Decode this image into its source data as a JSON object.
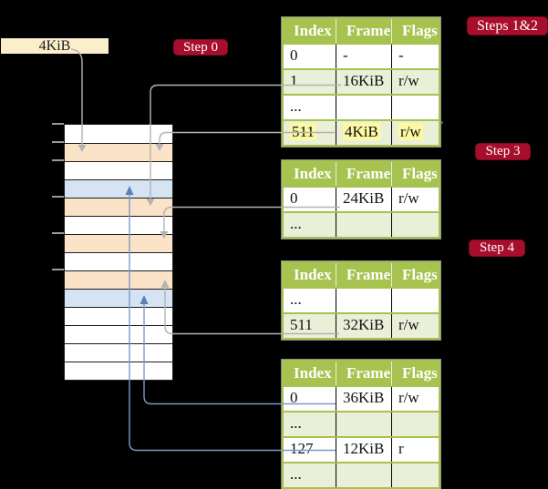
{
  "colors": {
    "background": "#000000",
    "badge_red": "#a60e2c",
    "table_green": "#a5c34e",
    "row_light_green": "#eaefd8",
    "memory_frame_peach": "#fbe3c8",
    "memory_target_blue": "#d5e3f3",
    "label_cream": "#faeecb",
    "highlight_yellow": "#fdf8a2",
    "arrow_gray": "#b3b3b3",
    "arrow_blue": "#7e99c6",
    "arrow_blue_head": "#5c80b4"
  },
  "frame_label": {
    "text": "4KiB"
  },
  "badges": {
    "step0": "Step 0",
    "steps12": "Steps 1&2",
    "step3": "Step 3",
    "step4": "Step 4"
  },
  "memory": {
    "rows": [
      "free",
      "frame",
      "free",
      "target",
      "frame",
      "free",
      "frame",
      "free",
      "frame",
      "target",
      "free",
      "free",
      "free",
      "free"
    ]
  },
  "tables": {
    "headers": [
      "Index",
      "Frame",
      "Flags"
    ],
    "t1": {
      "rows": [
        [
          "0",
          "-",
          "-"
        ],
        [
          "1",
          "16KiB",
          "r/w"
        ],
        [
          "...",
          "",
          ""
        ],
        [
          "511",
          "4KiB",
          "r/w"
        ]
      ]
    },
    "t2": {
      "rows": [
        [
          "0",
          "24KiB",
          "r/w"
        ],
        [
          "...",
          "",
          ""
        ]
      ]
    },
    "t3": {
      "rows": [
        [
          "...",
          "",
          ""
        ],
        [
          "511",
          "32KiB",
          "r/w"
        ]
      ]
    },
    "t4": {
      "rows": [
        [
          "0",
          "36KiB",
          "r/w"
        ],
        [
          "...",
          "",
          ""
        ],
        [
          "127",
          "12KiB",
          "r"
        ],
        [
          "...",
          "",
          ""
        ]
      ]
    }
  }
}
